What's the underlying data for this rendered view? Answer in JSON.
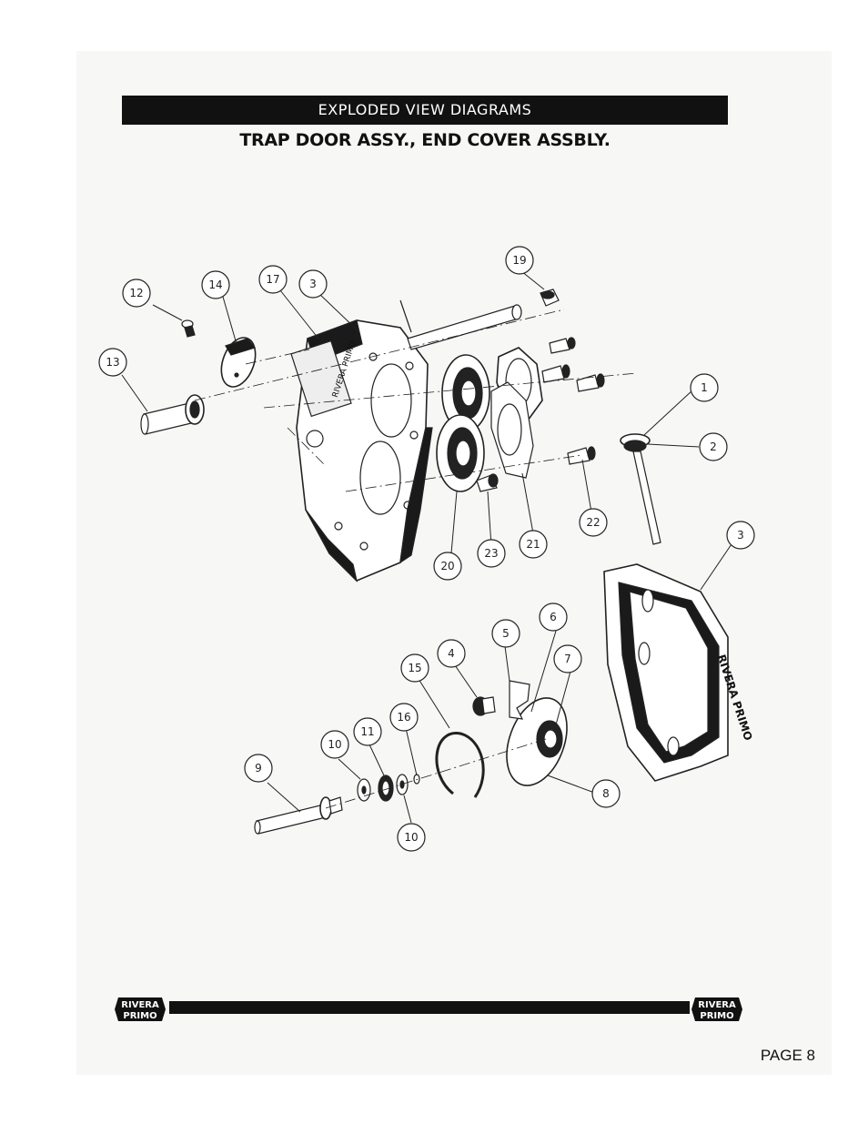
{
  "header": {
    "section_title": "EXPLODED VIEW DIAGRAMS",
    "subtitle": "TRAP DOOR ASSY., END COVER ASSBLY."
  },
  "diagram": {
    "callouts": [
      "1",
      "2",
      "3",
      "3",
      "4",
      "5",
      "6",
      "7",
      "8",
      "9",
      "10",
      "10",
      "11",
      "12",
      "13",
      "14",
      "15",
      "16",
      "17",
      "19",
      "20",
      "21",
      "22",
      "23"
    ],
    "logo_text": "RIVERA PRIMO"
  },
  "footer": {
    "logo_line1": "RIVERA",
    "logo_line2": "PRIMO",
    "page_label": "PAGE 8"
  }
}
